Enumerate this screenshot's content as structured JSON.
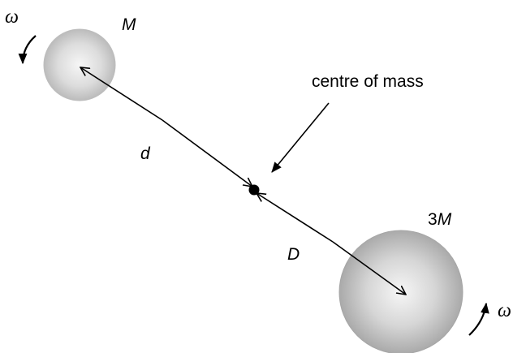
{
  "diagram": {
    "omega_top": "ω",
    "omega_bottom": "ω",
    "small_mass_label": "M",
    "large_mass_label_prefix": "3",
    "large_mass_label_var": "M",
    "centre_label": "centre of mass",
    "distance_small": "d",
    "distance_large": "D"
  },
  "colors": {
    "ink": "#000000",
    "sphere_light": "#f4f4f4",
    "sphere_mid": "#cfcfcf",
    "sphere_dark": "#a3a3a3"
  }
}
